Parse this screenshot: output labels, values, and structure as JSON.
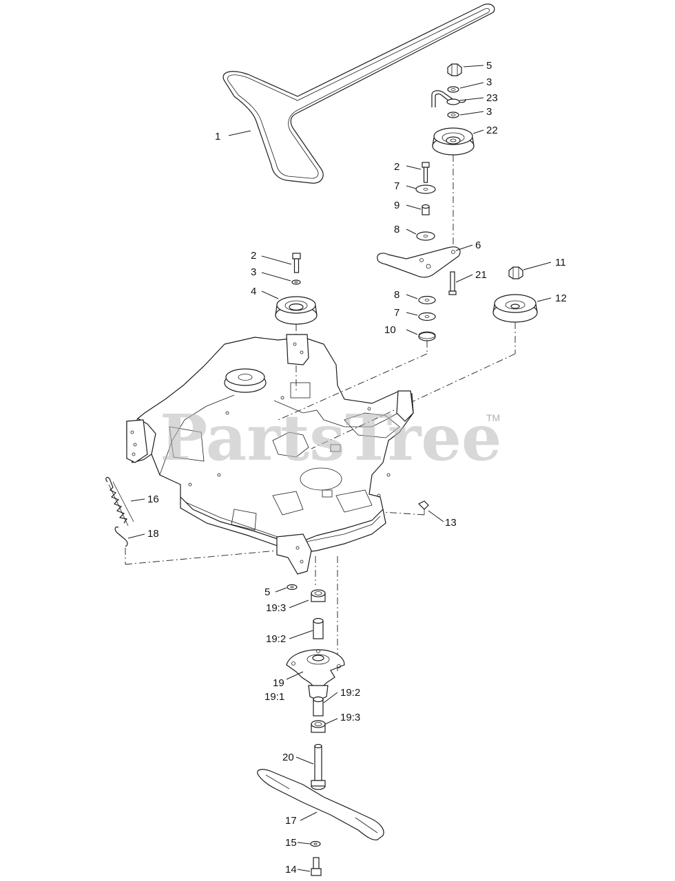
{
  "watermark": {
    "text": "PartsTree",
    "trademark": "TM"
  },
  "callouts": [
    {
      "id": "c-belt",
      "label": "1",
      "part": "belt"
    },
    {
      "id": "c-nut-top",
      "label": "5",
      "part": "nut"
    },
    {
      "id": "c-washer-top-a",
      "label": "3",
      "part": "washer"
    },
    {
      "id": "c-bracket",
      "label": "23",
      "part": "bracket"
    },
    {
      "id": "c-washer-top-b",
      "label": "3",
      "part": "washer"
    },
    {
      "id": "c-idler-top",
      "label": "22",
      "part": "idler-pulley"
    },
    {
      "id": "c-bolt-arm",
      "label": "2",
      "part": "bolt"
    },
    {
      "id": "c-washer-arm-a",
      "label": "7",
      "part": "washer"
    },
    {
      "id": "c-bushing",
      "label": "9",
      "part": "bushing"
    },
    {
      "id": "c-washer-arm-b",
      "label": "8",
      "part": "washer"
    },
    {
      "id": "c-idler-arm",
      "label": "6",
      "part": "idler-arm"
    },
    {
      "id": "c-bolt-21",
      "label": "21",
      "part": "bolt"
    },
    {
      "id": "c-nut-11",
      "label": "11",
      "part": "nut"
    },
    {
      "id": "c-pulley-12",
      "label": "12",
      "part": "pulley"
    },
    {
      "id": "c-washer-arm-c",
      "label": "8",
      "part": "washer"
    },
    {
      "id": "c-washer-arm-d",
      "label": "7",
      "part": "washer"
    },
    {
      "id": "c-spacer-10",
      "label": "10",
      "part": "spacer"
    },
    {
      "id": "c-bolt-left",
      "label": "2",
      "part": "bolt"
    },
    {
      "id": "c-washer-left",
      "label": "3",
      "part": "washer"
    },
    {
      "id": "c-idler-left",
      "label": "4",
      "part": "idler-pulley"
    },
    {
      "id": "c-spring",
      "label": "16",
      "part": "spring"
    },
    {
      "id": "c-hook",
      "label": "18",
      "part": "hook"
    },
    {
      "id": "c-screw-13",
      "label": "13",
      "part": "screw"
    },
    {
      "id": "c-nut-5",
      "label": "5",
      "part": "nut"
    },
    {
      "id": "c-bearing-top",
      "label": "19:3",
      "part": "bearing"
    },
    {
      "id": "c-spacer-top",
      "label": "19:2",
      "part": "spacer"
    },
    {
      "id": "c-spindle",
      "label": "19",
      "part": "spindle-assembly"
    },
    {
      "id": "c-housing",
      "label": "19:1",
      "part": "spindle-housing"
    },
    {
      "id": "c-spacer-bot",
      "label": "19:2",
      "part": "spacer"
    },
    {
      "id": "c-bearing-bot",
      "label": "19:3",
      "part": "bearing"
    },
    {
      "id": "c-shaft",
      "label": "20",
      "part": "shaft"
    },
    {
      "id": "c-blade",
      "label": "17",
      "part": "blade"
    },
    {
      "id": "c-washer-15",
      "label": "15",
      "part": "washer"
    },
    {
      "id": "c-bolt-14",
      "label": "14",
      "part": "bolt"
    }
  ]
}
